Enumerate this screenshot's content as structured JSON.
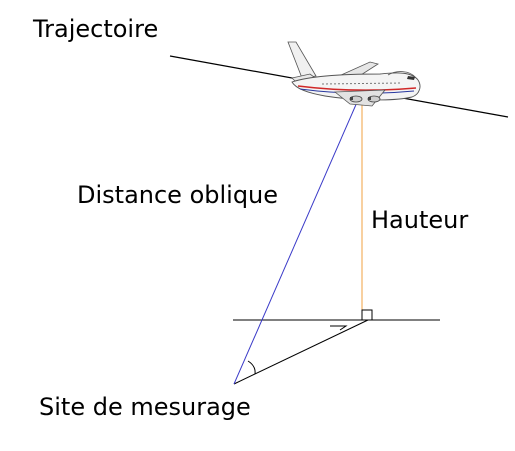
{
  "labels": {
    "trajectory": "Trajectoire",
    "slant_distance": "Distance oblique",
    "height": "Hauteur",
    "measurement_site": "Site de mesurage"
  },
  "colors": {
    "trajectory_line": "#000000",
    "slant_line": "#3a3ac8",
    "height_line": "#f0a040",
    "ground_line": "#000000",
    "aircraft_body": "#f4f4f4",
    "aircraft_stripe_red": "#d02828",
    "aircraft_stripe_blue": "#2838a0",
    "aircraft_outline": "#555555"
  },
  "icons": {
    "aircraft": "jumbo-jet-icon"
  }
}
